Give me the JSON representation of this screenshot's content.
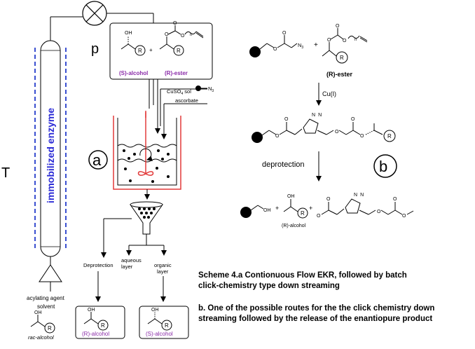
{
  "left": {
    "T": "T",
    "column": "immobilized enzyme",
    "p": "p",
    "s_alcohol": "(S)-alcohol",
    "r_ester": "(R)-ester",
    "cuso4": "CuSO",
    "cuso4_sub": "4",
    "cuso4_rest": " sol",
    "n3": "N",
    "n3_sub": "3",
    "ascorbate": "ascorbate",
    "reactor_label": "a",
    "deprotection": "Deprotection",
    "aqueous": [
      "aqueous",
      "layer"
    ],
    "organic": [
      "organic",
      "layer"
    ],
    "acylating_agent": "acylating agent",
    "solvent": "solvent",
    "rac_alcohol": "rac-alcohol",
    "r_alcohol_out": "(R)-alcohol",
    "s_alcohol_out": "(S)-alcohol",
    "oh": "OH",
    "r_group": "R",
    "o": "O",
    "n_sub": "n"
  },
  "right": {
    "n3": "N",
    "n3_sub": "3",
    "plus": "+",
    "r_ester": "(R)-ester",
    "cu": "Cu(I)",
    "deprotection": "deprotection",
    "box_label": "b",
    "r_alcohol": "(R)-alcohol",
    "oh": "OH",
    "n": "N",
    "o": "O",
    "r": "R"
  },
  "caption": {
    "line1": "Scheme 4.a Contionuous Flow EKR, followed by batch",
    "line2": "click-chemistry type down streaming",
    "line3": "b. One of the possible routes for the the click chemistry down",
    "line4": "streaming followed by the release of the enantiopure product"
  },
  "colors": {
    "column_text": "#2b2bd6",
    "column_dash": "#3a4fd0",
    "reactor_red": "#e23a3a",
    "purple_label": "#8a2ba8"
  }
}
